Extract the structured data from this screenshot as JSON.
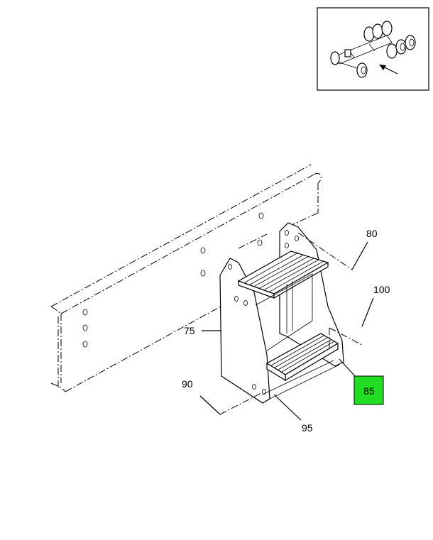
{
  "diagram": {
    "callouts": [
      {
        "id": "c80",
        "label": "80"
      },
      {
        "id": "c100",
        "label": "100"
      },
      {
        "id": "c75",
        "label": "75"
      },
      {
        "id": "c90",
        "label": "90"
      },
      {
        "id": "c95",
        "label": "95"
      },
      {
        "id": "c85",
        "label": "85",
        "highlight": true
      }
    ],
    "colors": {
      "line": "#000000",
      "background": "#ffffff",
      "highlight": "#22dd22"
    }
  }
}
